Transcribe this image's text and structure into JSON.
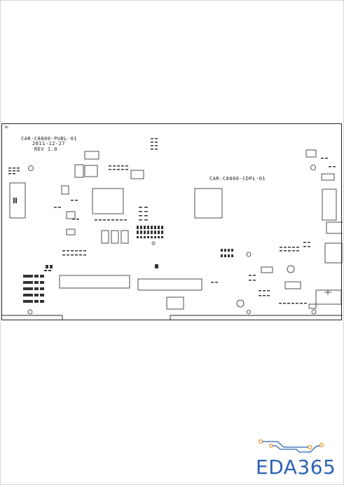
{
  "sheet": {
    "corner_mark": "Rb"
  },
  "board": {
    "title_primary": "CAR-C8800-PUBL-01",
    "date": "2011-12-27",
    "revision": "REV 1.0",
    "title_secondary": "CAR-C8800-CDPL-01"
  },
  "logo": {
    "text": "EDA365",
    "color": "#2b63b5",
    "circuit_color": "#e8a33a"
  }
}
